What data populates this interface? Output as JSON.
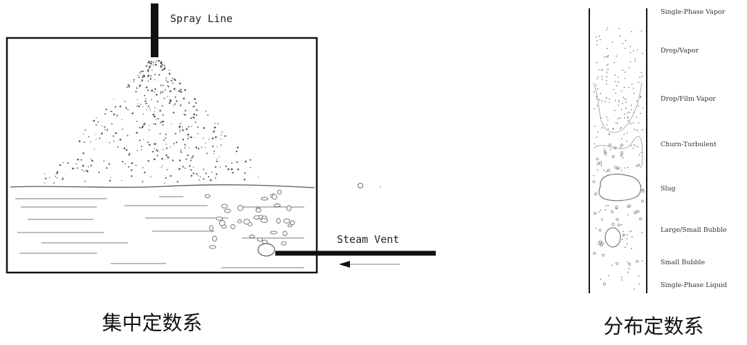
{
  "lumped": {
    "spray_label": "Spray Line",
    "vent_label": "Steam Vent",
    "caption": "集中定数系"
  },
  "distributed": {
    "caption": "分布定数系",
    "regimes": [
      "Single-Phase Vapor",
      "Drop/Vapor",
      "Drop/Film Vapor",
      "Churn-Turbulent",
      "Slug",
      "Large/Small Bubble",
      "Small Bubble",
      "Single-Phase Liquid"
    ]
  }
}
